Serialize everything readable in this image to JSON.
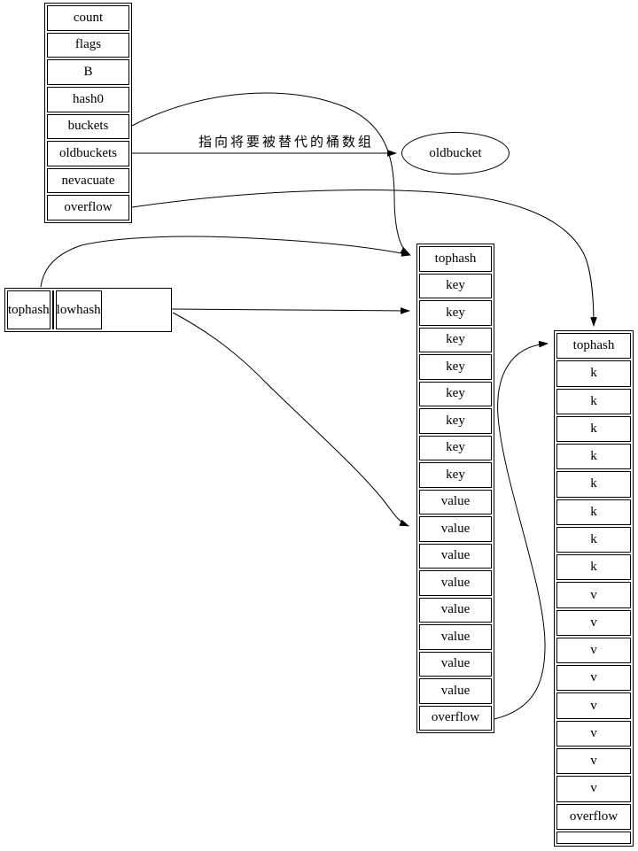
{
  "colors": {
    "stroke": "#000000",
    "background": "#ffffff",
    "text": "#000000"
  },
  "hmap": {
    "rows": [
      "count",
      "flags",
      "B",
      "hash0",
      "buckets",
      "oldbuckets",
      "nevacuate",
      "overflow"
    ]
  },
  "hash_record": {
    "cells": [
      "tophash",
      "",
      "lowhash"
    ]
  },
  "bucket": {
    "rows": [
      "tophash",
      "key",
      "key",
      "key",
      "key",
      "key",
      "key",
      "key",
      "key",
      "value",
      "value",
      "value",
      "value",
      "value",
      "value",
      "value",
      "value",
      "overflow"
    ]
  },
  "overflow_bucket": {
    "rows": [
      "tophash",
      "k",
      "k",
      "k",
      "k",
      "k",
      "k",
      "k",
      "k",
      "v",
      "v",
      "v",
      "v",
      "v",
      "v",
      "v",
      "v",
      "overflow",
      ""
    ]
  },
  "oldbucket": {
    "label": "oldbucket"
  },
  "edge_label": {
    "text": "指向将要被替代的桶数组"
  },
  "edges": [
    {
      "from": "hmap.buckets",
      "to": "bucket.tophash",
      "label": ""
    },
    {
      "from": "hmap.oldbuckets",
      "to": "oldbucket",
      "label": "指向将要被替代的桶数组"
    },
    {
      "from": "hmap.overflow",
      "to": "overflow_bucket.tophash",
      "label": ""
    },
    {
      "from": "hash_record.tophash",
      "to": "bucket.tophash",
      "label": ""
    },
    {
      "from": "hash_record.lowhash",
      "to": "bucket.key2",
      "label": ""
    },
    {
      "from": "hash_record.lowhash",
      "to": "bucket.value2",
      "label": ""
    },
    {
      "from": "bucket.overflow",
      "to": "overflow_bucket.tophash",
      "label": ""
    }
  ]
}
